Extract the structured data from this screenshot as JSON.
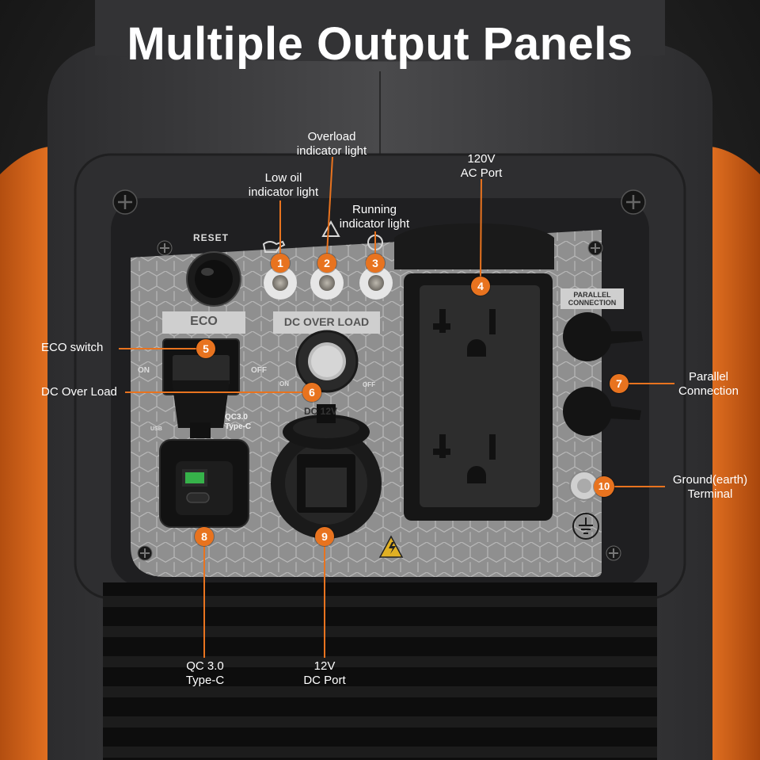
{
  "title": "Multiple Output Panels",
  "panel": {
    "reset": "RESET",
    "eco": "ECO",
    "dc_overload": "DC OVER LOAD",
    "on": "ON",
    "off": "OFF",
    "qc": "QC3.0",
    "type_c": "Type-C",
    "usb": "USB",
    "parallel_line1": "PARALLEL",
    "parallel_line2": "CONNECTION",
    "dc12v": "DC 12V"
  },
  "callouts": [
    {
      "num": "1",
      "label_lines": [
        "Low oil",
        "indicator light"
      ]
    },
    {
      "num": "2",
      "label_lines": [
        "Overload",
        "indicator light"
      ]
    },
    {
      "num": "3",
      "label_lines": [
        "Running",
        "indicator light"
      ]
    },
    {
      "num": "4",
      "label_lines": [
        "120V",
        "AC Port"
      ]
    },
    {
      "num": "5",
      "label_lines": [
        "ECO switch"
      ]
    },
    {
      "num": "6",
      "label_lines": [
        "DC Over Load"
      ]
    },
    {
      "num": "7",
      "label_lines": [
        "Parallel",
        "Connection"
      ]
    },
    {
      "num": "8",
      "label_lines": [
        "QC 3.0",
        "Type-C"
      ]
    },
    {
      "num": "9",
      "label_lines": [
        "12V",
        "DC Port"
      ]
    },
    {
      "num": "10",
      "label_lines": [
        "Ground(earth)",
        "Terminal"
      ]
    }
  ],
  "colors": {
    "accent": "#e8731f",
    "housing": "#3b3b3d",
    "panel": "#8f8f8f",
    "orange_shell": "#d9661a"
  }
}
